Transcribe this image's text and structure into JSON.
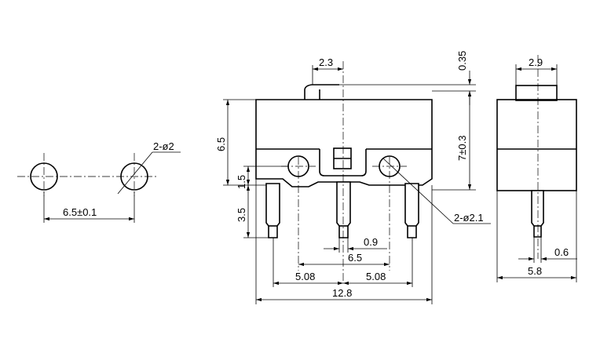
{
  "dimensions": {
    "hole_pitch": "6.5±0.1",
    "hole_dia": "2-ø2",
    "width_top_offset": "2.3",
    "lever_gap": "0.35",
    "body_height": "6.5",
    "total_height": "7±0.3",
    "base_offset": "1.5",
    "pin_length": "3.5",
    "pin_width": "0.9",
    "mount_pitch": "6.5",
    "pin_pitch_left": "5.08",
    "pin_pitch_right": "5.08",
    "overall_length": "12.8",
    "mount_hole_dia": "2-ø2.1",
    "side_top_width": "2.9",
    "side_pin_thickness": "0.6",
    "side_width": "5.8"
  }
}
